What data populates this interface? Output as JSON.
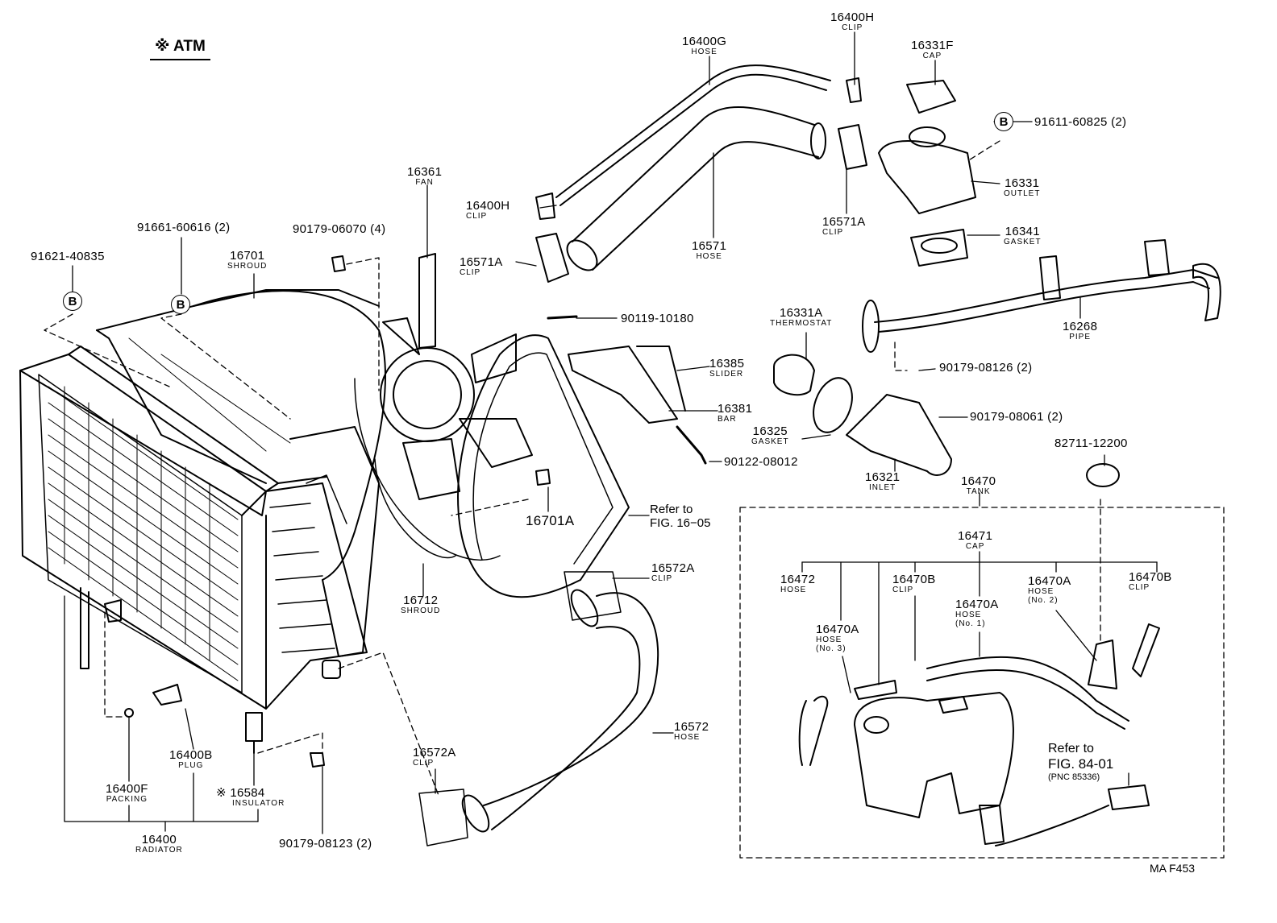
{
  "header": {
    "atm_label": "※ ATM"
  },
  "callout_letter": "B",
  "parts": {
    "p16400h_top": {
      "number": "16400H",
      "name": "CLIP"
    },
    "p16400g": {
      "number": "16400G",
      "name": "HOSE"
    },
    "p16331f": {
      "number": "16331F",
      "name": "CAP"
    },
    "p91611": {
      "number": "91611-60825 (2)"
    },
    "p16331": {
      "number": "16331",
      "name": "OUTLET"
    },
    "p16341": {
      "number": "16341",
      "name": "GASKET"
    },
    "p16361": {
      "number": "16361",
      "name": "FAN"
    },
    "p16400h_left": {
      "number": "16400H",
      "name": "CLIP"
    },
    "p16571a_right": {
      "number": "16571A",
      "name": "CLIP"
    },
    "p16571a_left": {
      "number": "16571A",
      "name": "CLIP"
    },
    "p16571": {
      "number": "16571",
      "name": "HOSE"
    },
    "p91661": {
      "number": "91661-60616 (2)"
    },
    "p90179_06070": {
      "number": "90179-06070 (4)"
    },
    "p91621": {
      "number": "91621-40835"
    },
    "p16701": {
      "number": "16701",
      "name": "SHROUD"
    },
    "p90119": {
      "number": "90119-10180"
    },
    "p16331a": {
      "number": "16331A",
      "name": "THERMOSTAT"
    },
    "p16385": {
      "number": "16385",
      "name": "SLIDER"
    },
    "p16381": {
      "number": "16381",
      "name": "BAR"
    },
    "p16268": {
      "number": "16268",
      "name": "PIPE"
    },
    "p90179_08126": {
      "number": "90179-08126 (2)"
    },
    "p90179_08061": {
      "number": "90179-08061 (2)"
    },
    "p16325": {
      "number": "16325",
      "name": "GASKET"
    },
    "p90122": {
      "number": "90122-08012"
    },
    "p82711": {
      "number": "82711-12200"
    },
    "p16321": {
      "number": "16321",
      "name": "INLET"
    },
    "p16470": {
      "number": "16470",
      "name": "TANK"
    },
    "p16701a": {
      "number": "16701A"
    },
    "p16471": {
      "number": "16471",
      "name": "CAP"
    },
    "p16572a_top": {
      "number": "16572A",
      "name": "CLIP"
    },
    "p16712": {
      "number": "16712",
      "name": "SHROUD"
    },
    "p16472": {
      "number": "16472",
      "name": "HOSE"
    },
    "p16470b_mid": {
      "number": "16470B",
      "name": "CLIP"
    },
    "p16470a_no1": {
      "number": "16470A",
      "name": "HOSE",
      "sub": "(No. 1)"
    },
    "p16470a_no2": {
      "number": "16470A",
      "name": "HOSE",
      "sub": "(No. 2)"
    },
    "p16470b_right": {
      "number": "16470B",
      "name": "CLIP"
    },
    "p16470a_no3": {
      "number": "16470A",
      "name": "HOSE",
      "sub": "(No. 3)"
    },
    "p16572": {
      "number": "16572",
      "name": "HOSE"
    },
    "p16572a_bottom": {
      "number": "16572A",
      "name": "CLIP"
    },
    "p16400b": {
      "number": "16400B",
      "name": "PLUG"
    },
    "p16584": {
      "number": "※ 16584",
      "name": "INSULATOR"
    },
    "p16400f": {
      "number": "16400F",
      "name": "PACKING"
    },
    "p16400": {
      "number": "16400",
      "name": "RADIATOR"
    },
    "p90179_08123": {
      "number": "90179-08123 (2)"
    }
  },
  "references": {
    "fig16": {
      "line1": "Refer to",
      "line2": "FIG. 16−05"
    },
    "fig84": {
      "line1": "Refer to",
      "line2": "FIG. 84-01",
      "line3": "(PNC 85336)"
    }
  },
  "footer": {
    "code": "MA  F453"
  }
}
